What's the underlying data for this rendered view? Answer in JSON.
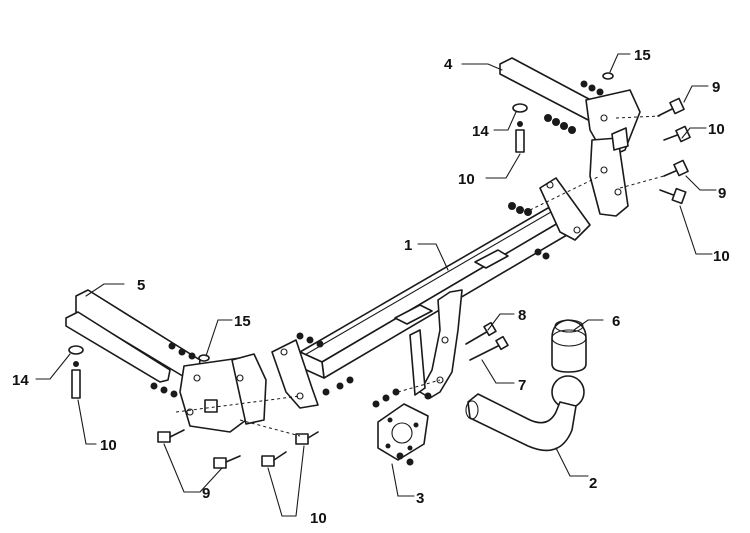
{
  "callouts": {
    "c1": "1",
    "c2": "2",
    "c3": "3",
    "c4": "4",
    "c5": "5",
    "c6": "6",
    "c7": "7",
    "c8": "8",
    "c9_top1": "9",
    "c9_top2": "9",
    "c9_bottom": "9",
    "c10_top_left": "10",
    "c10_top_right1": "10",
    "c10_top_right2": "10",
    "c10_bottom_left": "10",
    "c10_bottom_mid": "10",
    "c14_top": "14",
    "c14_left": "14",
    "c15_top": "15",
    "c15_left": "15"
  }
}
